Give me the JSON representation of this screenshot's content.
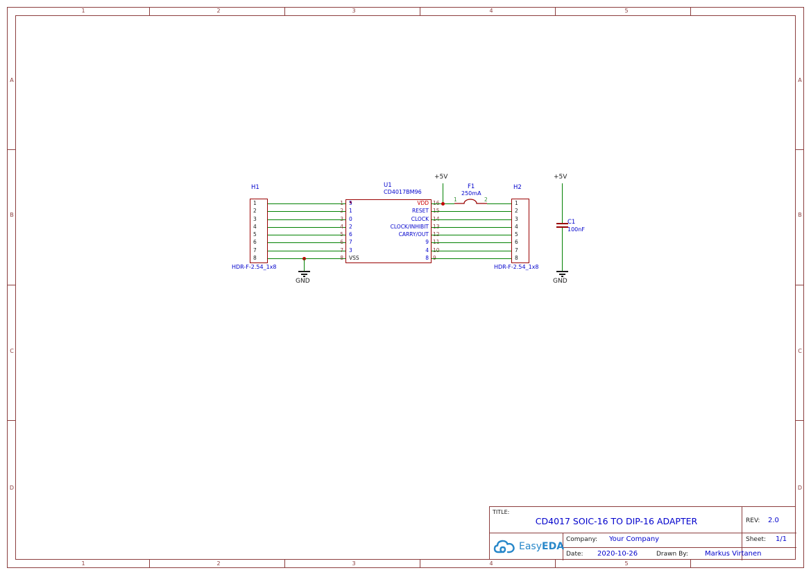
{
  "sheet": {
    "frame": {
      "columns": [
        "1",
        "2",
        "3",
        "4",
        "5"
      ],
      "rows": [
        "A",
        "B",
        "C",
        "D"
      ]
    }
  },
  "colors": {
    "frame": "#8b3d3d",
    "wire_green": "#008000",
    "component_red": "#990000",
    "label_blue": "#0000cc",
    "pin_number_maroon": "#8b3d3d",
    "power_pin_red": "#cc0000",
    "text_black": "#1a1a1a",
    "logo_blue": "#2787c9",
    "junction_red": "#c00000"
  },
  "components": {
    "h1": {
      "ref": "H1",
      "footprint": "HDR-F-2.54_1x8",
      "pins": [
        "1",
        "2",
        "3",
        "4",
        "5",
        "6",
        "7",
        "8"
      ]
    },
    "h2": {
      "ref": "H2",
      "footprint": "HDR-F-2.54_1x8",
      "pins": [
        "1",
        "2",
        "3",
        "4",
        "5",
        "6",
        "7",
        "8"
      ]
    },
    "u1": {
      "ref": "U1",
      "value": "CD4017BM96",
      "left_pin_numbers": [
        "1",
        "2",
        "3",
        "4",
        "5",
        "6",
        "7",
        "8"
      ],
      "left_pin_labels": [
        "5",
        "1",
        "0",
        "2",
        "6",
        "7",
        "3",
        "VSS"
      ],
      "right_pin_numbers": [
        "16",
        "15",
        "14",
        "13",
        "12",
        "11",
        "10",
        "9"
      ],
      "right_pin_labels": [
        "VDD",
        "RESET",
        "CLOCK",
        "CLOCK/INHIBIT",
        "CARRY/OUT",
        "9",
        "4",
        "8"
      ]
    },
    "f1": {
      "ref": "F1",
      "value": "250mA",
      "pin_left": "1",
      "pin_right": "2"
    },
    "c1": {
      "ref": "C1",
      "value": "100nF"
    }
  },
  "nets": {
    "plus5v": "+5V",
    "gnd": "GND"
  },
  "title_block": {
    "title_label": "TITLE:",
    "title": "CD4017 SOIC-16 TO DIP-16 ADAPTER",
    "rev_label": "REV:",
    "rev": "2.0",
    "company_label": "Company:",
    "company": "Your Company",
    "sheet_label": "Sheet:",
    "sheet": "1/1",
    "date_label": "Date:",
    "date": "2020-10-26",
    "drawn_by_label": "Drawn By:",
    "drawn_by": "Markus Virtanen",
    "logo_easy": "Easy",
    "logo_eda": "EDA"
  }
}
